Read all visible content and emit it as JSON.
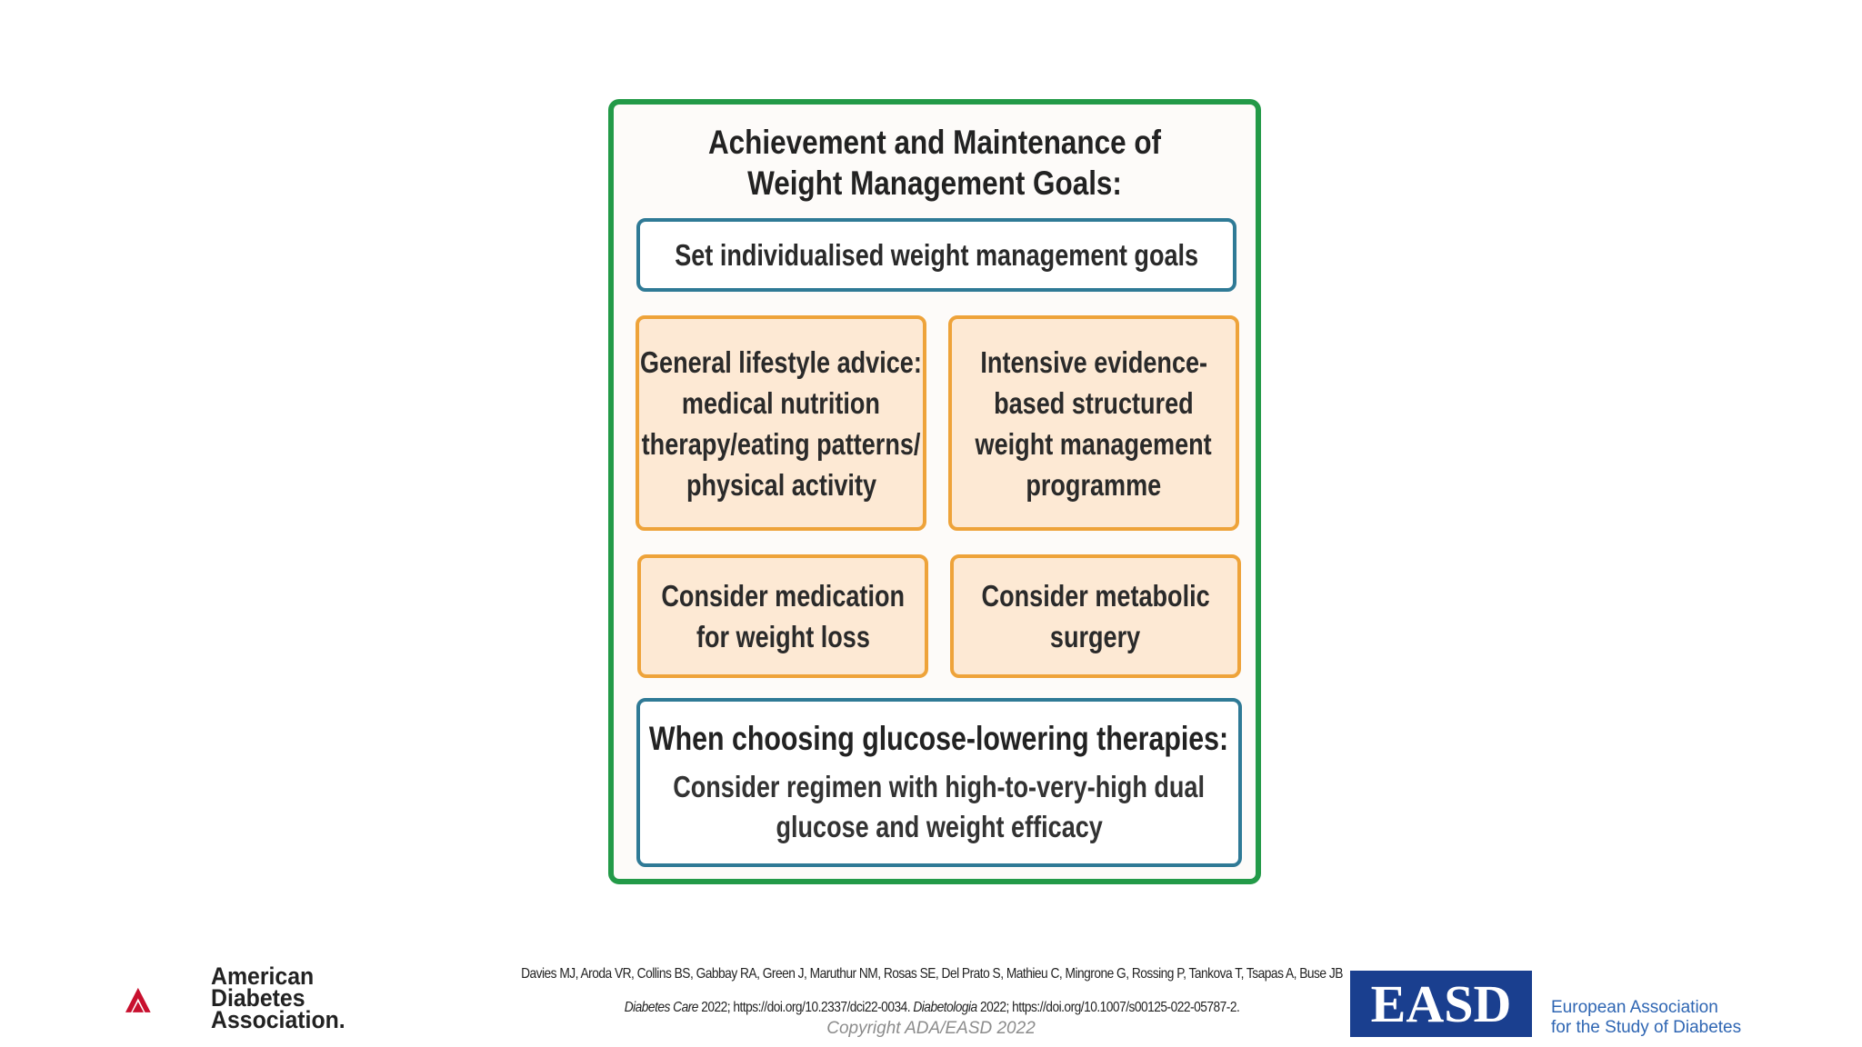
{
  "diagram": {
    "title_line1": "Achievement and Maintenance of",
    "title_line2": "Weight Management Goals:",
    "goals_box": "Set individualised weight management goals",
    "lifestyle_box": [
      "General lifestyle advice:",
      "medical nutrition",
      "therapy/eating patterns/",
      "physical activity"
    ],
    "programme_box": [
      "Intensive evidence-",
      "based structured",
      "weight management",
      "programme"
    ],
    "medication_box": [
      "Consider medication",
      "for weight loss"
    ],
    "surgery_box": [
      "Consider metabolic",
      "surgery"
    ],
    "glucose_box": {
      "heading": "When choosing glucose-lowering therapies:",
      "body": [
        "Consider regimen with high-to-very-high dual",
        "glucose and weight efficacy"
      ]
    }
  },
  "footer": {
    "authors": "Davies MJ, Aroda VR, Collins BS, Gabbay RA, Green J, Maruthur NM, Rosas SE, Del Prato S, Mathieu C, Mingrone G, Rossing P, Tankova T, Tsapas A, Buse JB",
    "journal1": "Diabetes Care",
    "ref1": " 2022; https://doi.org/10.2337/dci22-0034. ",
    "journal2": "Diabetologia",
    "ref2": " 2022; https://doi.org/10.1007/s00125-022-05787-2.",
    "copyright": "Copyright ADA/EASD 2022",
    "ada_name": [
      "American",
      "Diabetes",
      "Association."
    ],
    "easd_logo": "EASD",
    "easd_name": [
      "European Association",
      "for the Study of Diabetes"
    ]
  },
  "colors": {
    "panel_border": "#239a48",
    "blue_border": "#2f7a96",
    "orange_border": "#eea33a",
    "orange_fill": "#fde9d4",
    "ada_red": "#c8102e",
    "easd_blue": "#1a3f8f"
  }
}
